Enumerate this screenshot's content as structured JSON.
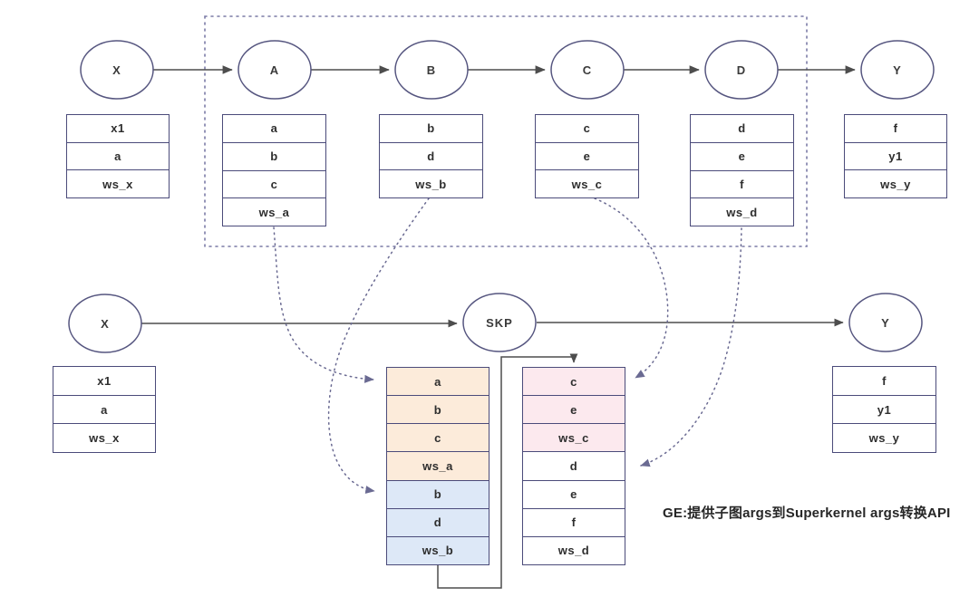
{
  "annotation": {
    "text": "GE:提供子图args到Superkernel args转换API"
  },
  "top_graph": {
    "nodes": [
      {
        "label": "X"
      },
      {
        "label": "A"
      },
      {
        "label": "B"
      },
      {
        "label": "C"
      },
      {
        "label": "D"
      },
      {
        "label": "Y"
      }
    ],
    "arg_tables": [
      {
        "node": "X",
        "rows": [
          "x1",
          "a",
          "ws_x"
        ]
      },
      {
        "node": "A",
        "rows": [
          "a",
          "b",
          "c",
          "ws_a"
        ]
      },
      {
        "node": "B",
        "rows": [
          "b",
          "d",
          "ws_b"
        ]
      },
      {
        "node": "C",
        "rows": [
          "c",
          "e",
          "ws_c"
        ]
      },
      {
        "node": "D",
        "rows": [
          "d",
          "e",
          "f",
          "ws_d"
        ]
      },
      {
        "node": "Y",
        "rows": [
          "f",
          "y1",
          "ws_y"
        ]
      }
    ]
  },
  "bottom_graph": {
    "nodes": [
      {
        "label": "X"
      },
      {
        "label": "SKP"
      },
      {
        "label": "Y"
      }
    ],
    "arg_tables": [
      {
        "node": "X",
        "rows": [
          "x1",
          "a",
          "ws_x"
        ]
      },
      {
        "node": "Y",
        "rows": [
          "f",
          "y1",
          "ws_y"
        ]
      }
    ],
    "superkernel_args_left": [
      "a",
      "b",
      "c",
      "ws_a",
      "b",
      "d",
      "ws_b"
    ],
    "superkernel_args_right": [
      "c",
      "e",
      "ws_c",
      "d",
      "e",
      "f",
      "ws_d"
    ]
  },
  "colors": {
    "node_border": "#55557f",
    "table_border": "#4b4b7a",
    "solid_edge": "#4d4d4d",
    "dotted_line": "#6a6a92",
    "subgraph_boundary": "#7b7ba6",
    "fill_ws_a_group": "#fcebda",
    "fill_ws_b_group": "#dde8f7",
    "fill_ws_c_group": "#fce9ee",
    "fill_ws_d_group": "#ffffff"
  }
}
